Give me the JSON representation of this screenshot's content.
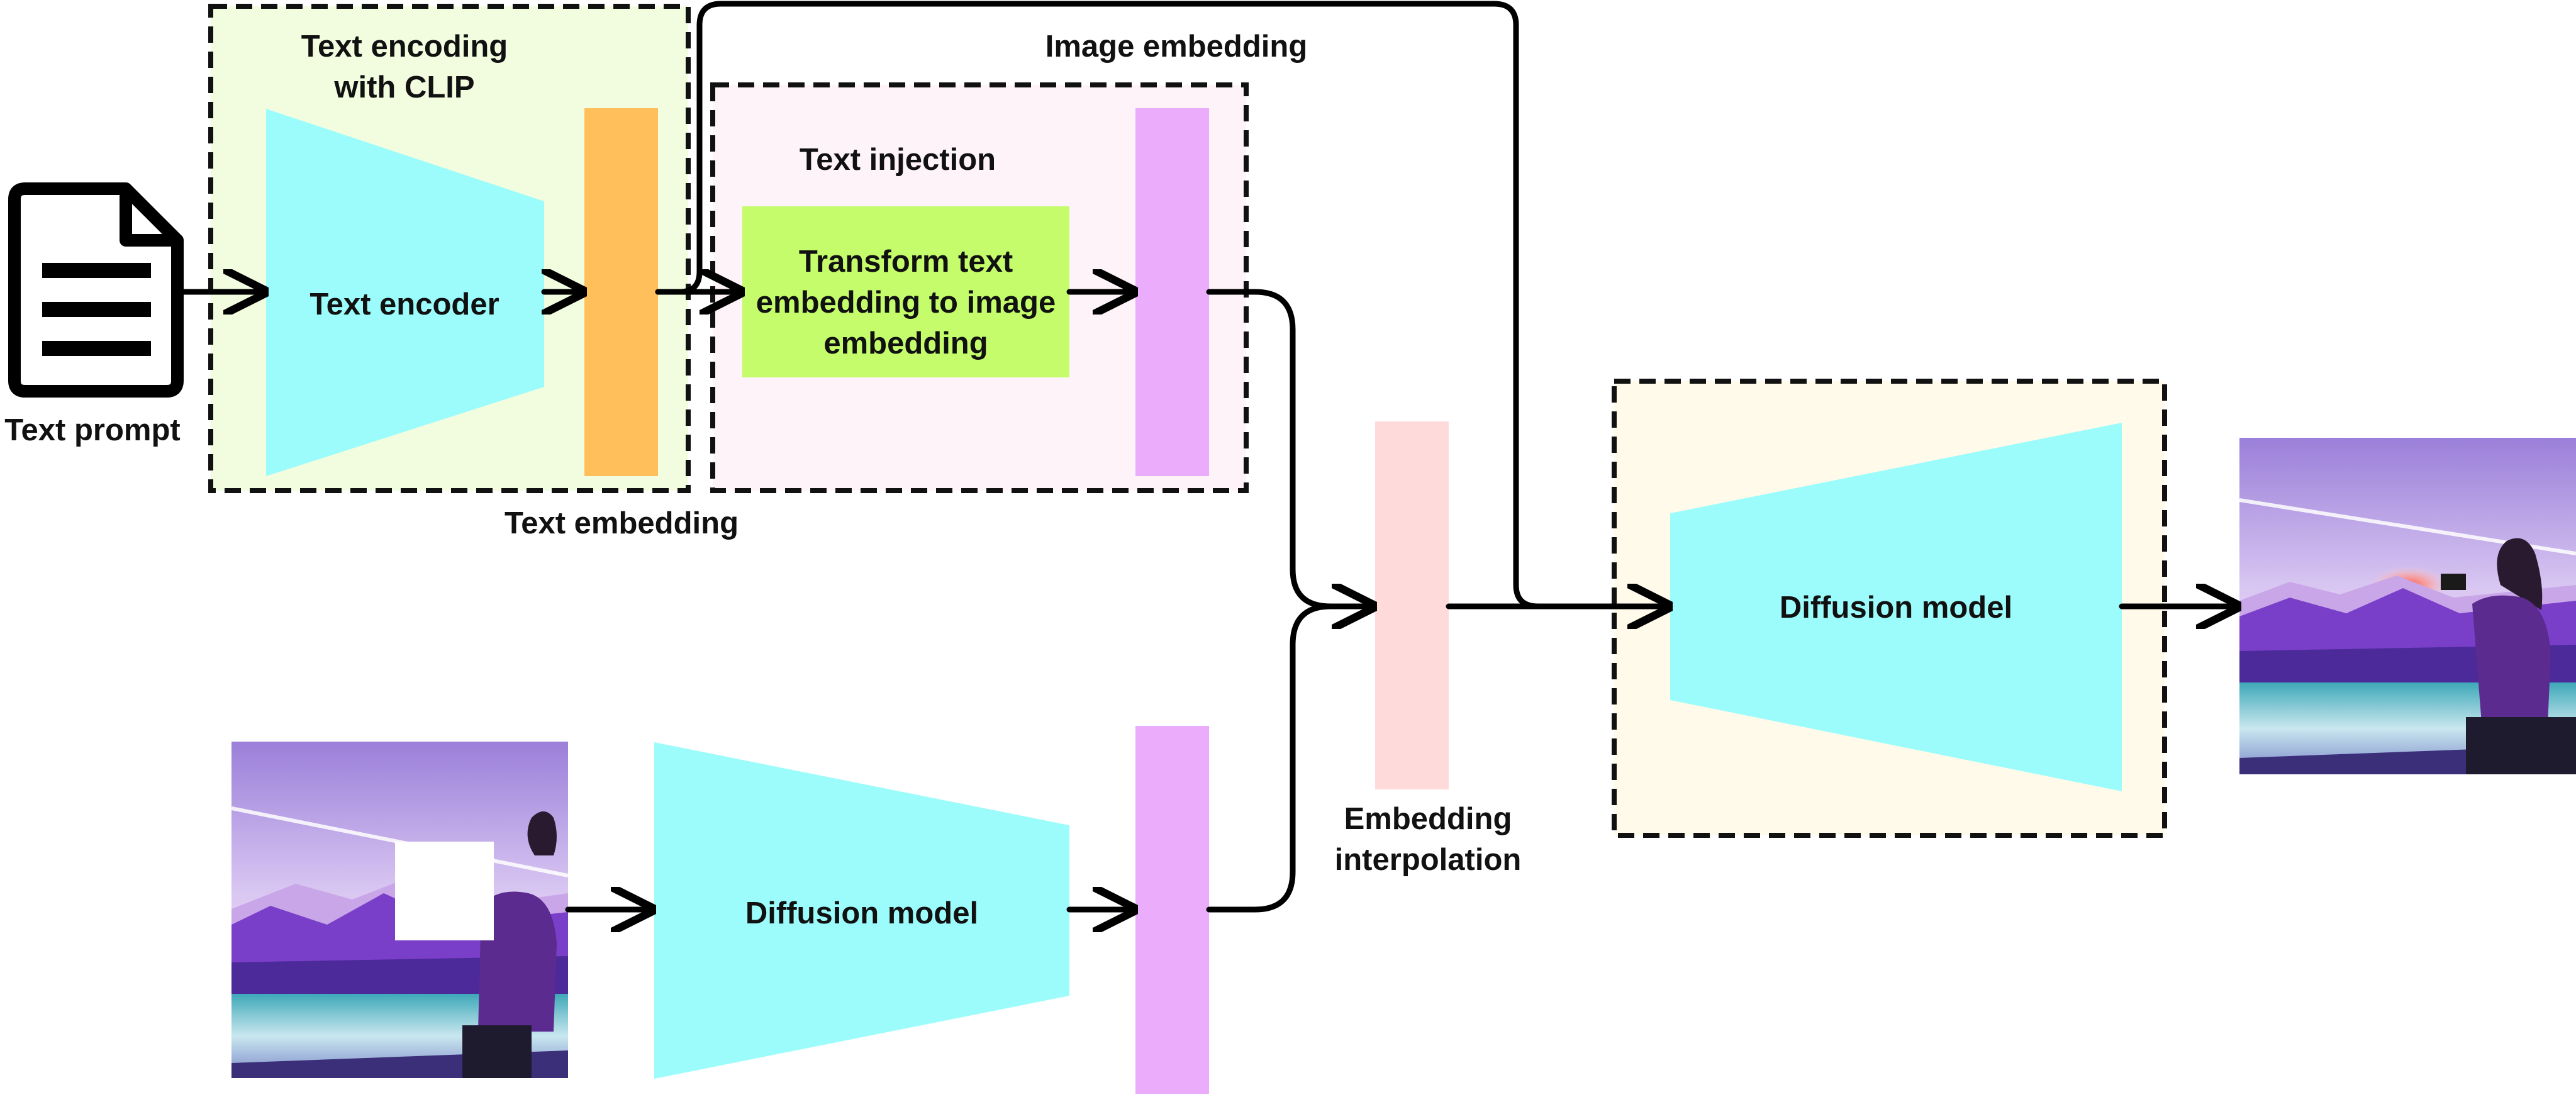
{
  "labels": {
    "text_prompt": "Text prompt",
    "text_encoding_line1": "Text encoding",
    "text_encoding_line2": "with CLIP",
    "text_encoder": "Text encoder",
    "text_embedding": "Text embedding",
    "image_embedding": "Image embedding",
    "text_injection": "Text injection",
    "transform_line1": "Transform text",
    "transform_line2": "embedding to image",
    "transform_line3": "embedding",
    "embedding_interp_line1": "Embedding",
    "embedding_interp_line2": "interpolation",
    "diffusion_model_bottom": "Diffusion model",
    "diffusion_model_right": "Diffusion model"
  },
  "colors": {
    "clip_box_bg": "#f2fde0",
    "injection_box_bg": "#fff3fa",
    "diffusion_box_bg": "#fffaea",
    "encoder_cyan": "#9cfcfc",
    "text_embedding_orange": "#ffc05c",
    "transform_green": "#c4fc6b",
    "image_embedding_violet": "#eaacfb",
    "interpolation_pink": "#ffdada"
  },
  "icons": {
    "document": "document-icon",
    "input_image": "masked-landscape-photo",
    "output_image": "landscape-photo-woman-with-camera"
  }
}
